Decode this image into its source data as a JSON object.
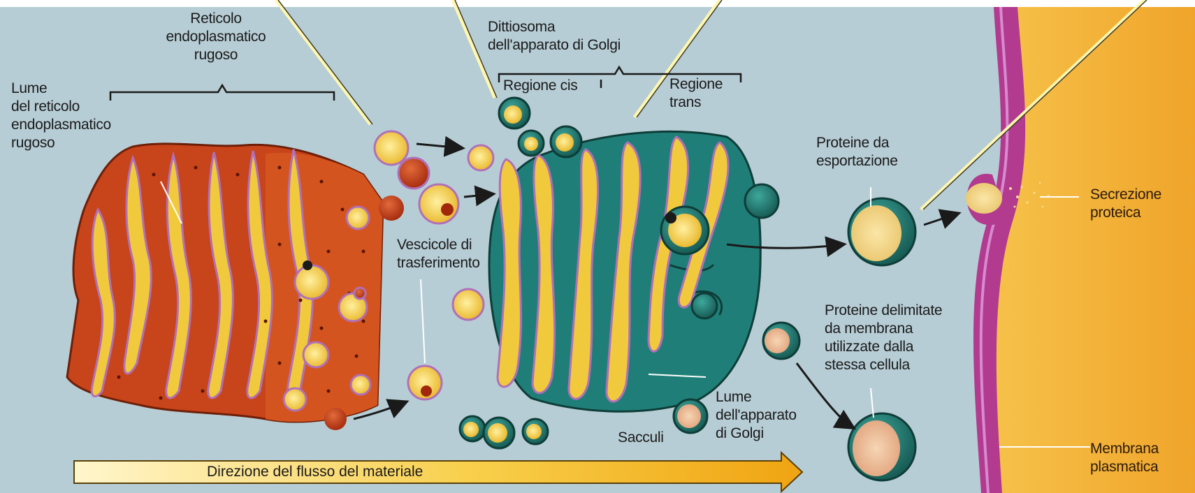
{
  "labels": {
    "rer": "Reticolo\nendoplasmatico\nrugoso",
    "rer_lumen": "Lume\ndel reticolo\nendoplasmatico\nrugoso",
    "dictyosome": "Dittiosoma\ndell'apparato di Golgi",
    "cis": "Regione cis",
    "trans": "Regione\ntrans",
    "transfer_vesicles": "Vescicole di\ntrasferimento",
    "export_proteins": "Proteine da\nesportazione",
    "secretion": "Secrezione\nproteica",
    "membrane_proteins": "Proteine delimitate\nda membrana\nutilizzate dalla\nstessa cellula",
    "golgi_lumen": "Lume\ndell'apparato\ndi Golgi",
    "sacculi": "Sacculi",
    "plasma_membrane": "Membrana\nplasmatica",
    "flow_direction": "Direzione del flusso del materiale"
  },
  "colors": {
    "background": "#b7cdd5",
    "rer": "#c8441a",
    "rer_dark": "#8e2a0e",
    "lumen_yellow": "#f1c93c",
    "membrane_purple": "#b070b8",
    "golgi_teal": "#1f7f78",
    "golgi_dark": "#14564f",
    "plasma_membrane": "#b23a8f",
    "extracellular": "#f2b23a",
    "flow_arrow": "#f5b41c"
  }
}
